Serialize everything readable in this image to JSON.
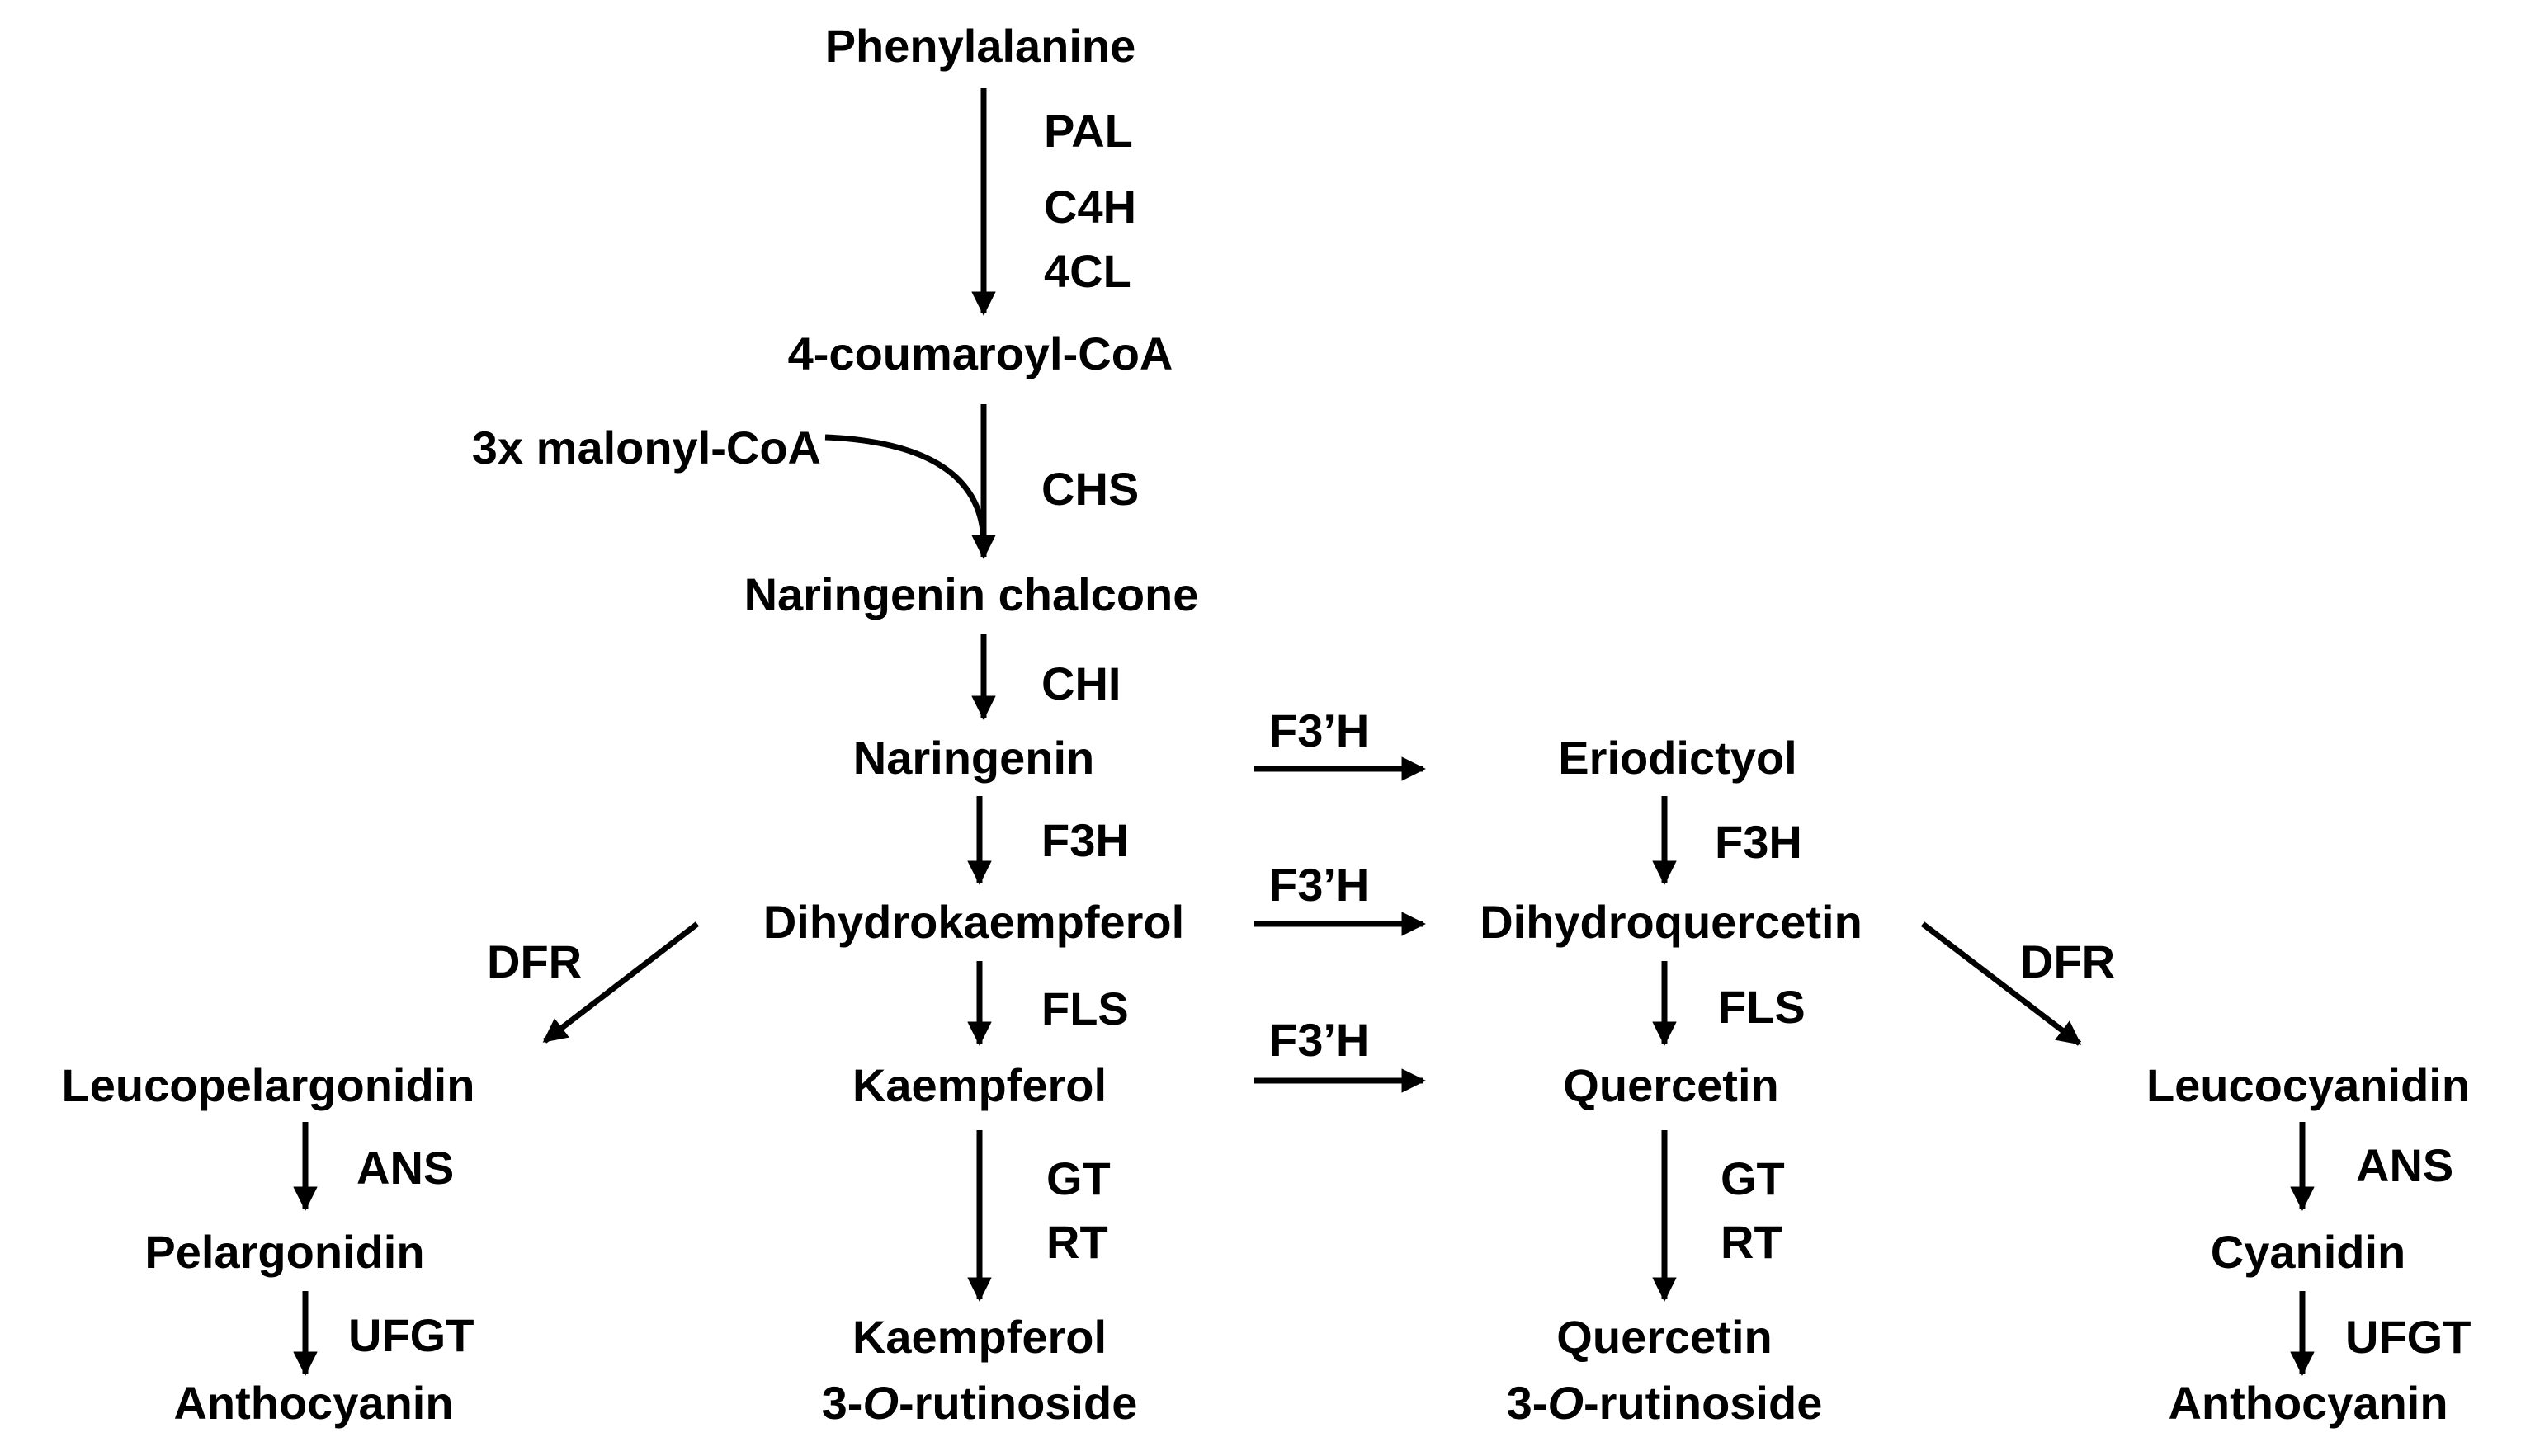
{
  "compounds": {
    "phenylalanine": "Phenylalanine",
    "coumaroyl_coa": "4-coumaroyl-CoA",
    "malonyl_coa": "3x malonyl-CoA",
    "naringenin_chalcone": "Naringenin chalcone",
    "naringenin": "Naringenin",
    "eriodictyol": "Eriodictyol",
    "dihydrokaempferol": "Dihydrokaempferol",
    "dihydroquercetin": "Dihydroquercetin",
    "leucopelargonidin": "Leucopelargonidin",
    "kaempferol": "Kaempferol",
    "quercetin": "Quercetin",
    "leucocyanidin": "Leucocyanidin",
    "pelargonidin": "Pelargonidin",
    "cyanidin": "Cyanidin",
    "anthocyanin_left": "Anthocyanin",
    "anthocyanin_right": "Anthocyanin",
    "kaempferol_rut": {
      "line1": "Kaempferol",
      "prefix": "3-",
      "italic": "O",
      "suffix": "-rutinoside"
    },
    "quercetin_rut": {
      "line1": "Quercetin",
      "prefix": "3-",
      "italic": "O",
      "suffix": "-rutinoside"
    }
  },
  "enzymes": {
    "pal": "PAL",
    "c4h": "C4H",
    "cl4": "4CL",
    "chs": "CHS",
    "chi": "CHI",
    "f3h_left": "F3H",
    "f3h_right": "F3H",
    "f3ph_top": "F3’H",
    "f3ph_mid": "F3’H",
    "f3ph_bottom": "F3’H",
    "fls_left": "FLS",
    "fls_right": "FLS",
    "dfr_left": "DFR",
    "dfr_right": "DFR",
    "ans_left": "ANS",
    "ans_right": "ANS",
    "ufgt_left": "UFGT",
    "ufgt_right": "UFGT",
    "gt_left": "GT",
    "rt_left": "RT",
    "gt_right": "GT",
    "rt_right": "RT"
  }
}
